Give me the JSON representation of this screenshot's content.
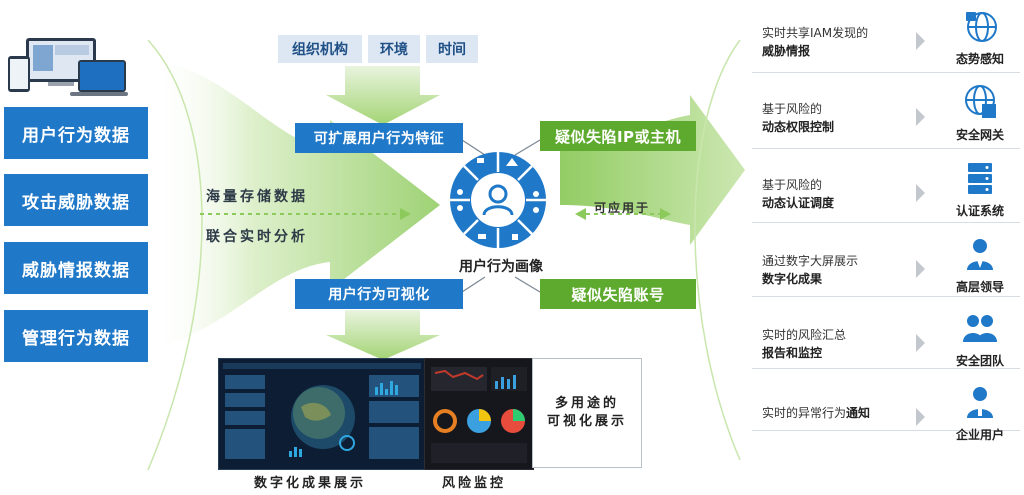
{
  "left_items": [
    "用户行为数据",
    "攻击威胁数据",
    "威胁情报数据",
    "管理行为数据"
  ],
  "top_tags": [
    "组织机构",
    "环境",
    "时间"
  ],
  "blue_top": "可扩展用户行为特征",
  "blue_bottom": "用户行为可视化",
  "green_top": "疑似失陷IP或主机",
  "green_bottom": "疑似失陷账号",
  "center_text": [
    "海量存储数据",
    "联合实时分析"
  ],
  "center_label": "用户行为画像",
  "apply_label": "可应用于",
  "right_items": [
    {
      "line1": "实时共享IAM发现的",
      "line2": "威胁情报",
      "label": "态势感知",
      "icon": "lock-globe-icon"
    },
    {
      "line1": "基于风险的",
      "line2": "动态权限控制",
      "label": "安全网关",
      "icon": "globe-gateway-icon"
    },
    {
      "line1": "基于风险的",
      "line2": "动态认证调度",
      "label": "认证系统",
      "icon": "server-icon"
    },
    {
      "line1": "通过数字大屏展示",
      "line2": "数字化成果",
      "label": "高层领导",
      "icon": "leader-icon"
    },
    {
      "line1": "实时的风险汇总",
      "line2": "报告和监控",
      "label": "安全团队",
      "icon": "team-icon"
    },
    {
      "line1": "实时的异常行为",
      "line2": "通知",
      "label": "企业用户",
      "icon": "enterprise-user-icon"
    }
  ],
  "screens_label": "多用途的\n可视化展示",
  "captions": [
    "数字化成果展示",
    "风险监控"
  ],
  "colors": {
    "blue": "#1f78c8",
    "green": "#5eaa2f",
    "lightgreen": "#cfe8b0"
  }
}
